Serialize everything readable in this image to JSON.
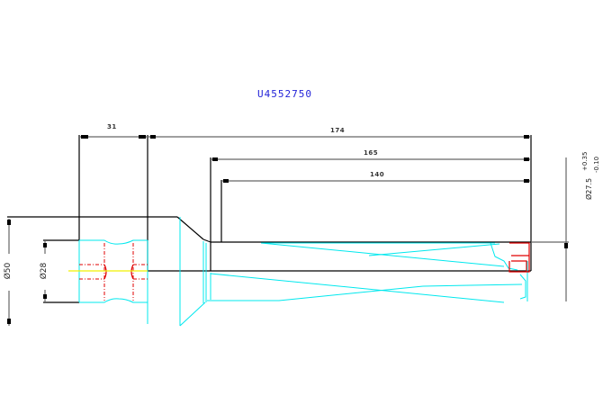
{
  "drawing": {
    "title": "U4552750",
    "title_color": "#2323d8",
    "colors": {
      "outline": "#000000",
      "dimension": "#555555",
      "tool_geometry": "#00e8ee",
      "hidden_features": "#e00000",
      "centerline": "#f0f000"
    }
  },
  "dimensions": {
    "shank_length": "31",
    "overall_length": "174",
    "flute_length_1": "165",
    "flute_length_2": "140",
    "shank_diameter": "Ø50",
    "bore_diameter": "Ø28",
    "drill_diameter": "Ø27.5",
    "drill_tolerance_upper": "+0.35",
    "drill_tolerance_lower": "-0.10"
  }
}
